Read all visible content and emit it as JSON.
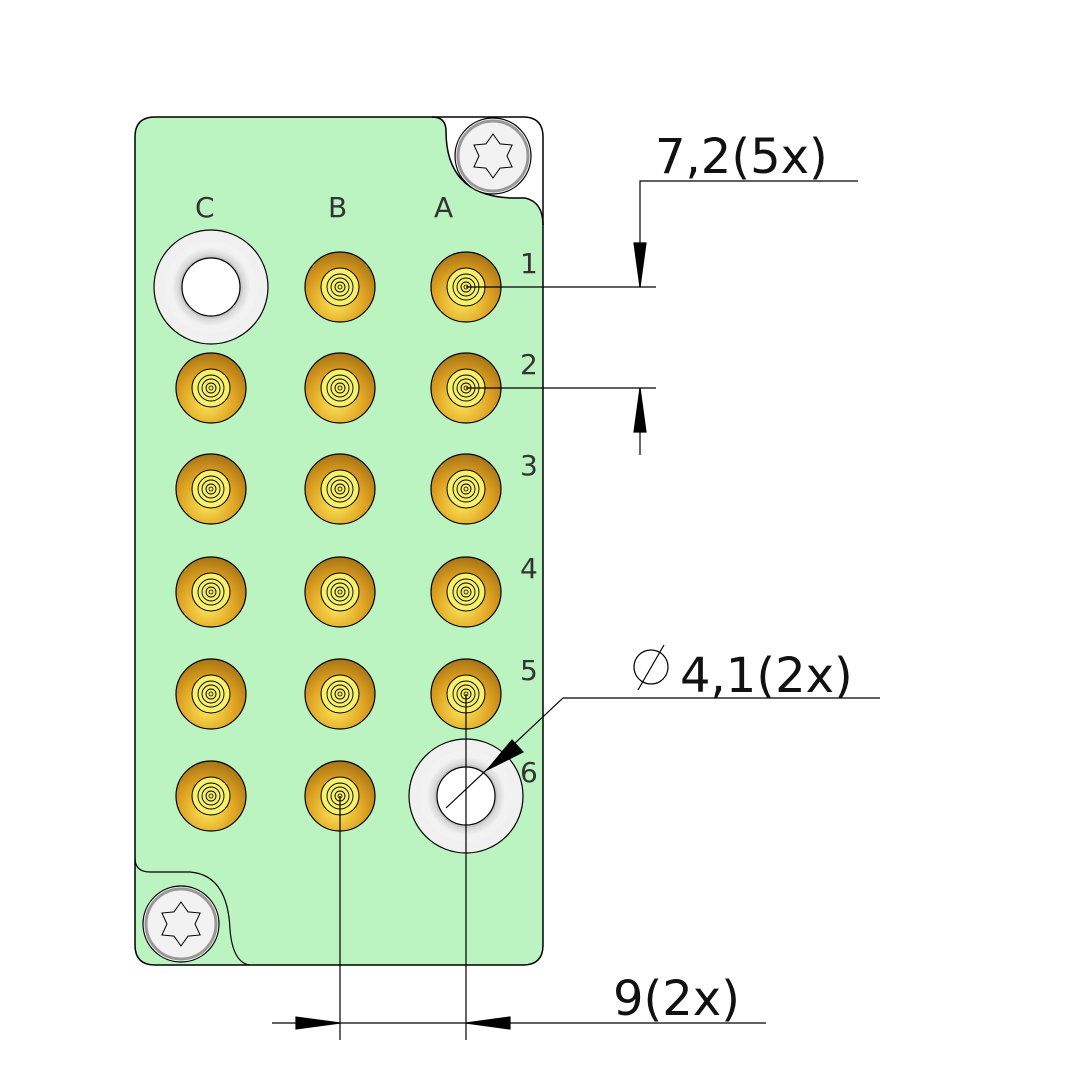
{
  "columns": [
    "C",
    "B",
    "A"
  ],
  "rows": [
    "1",
    "2",
    "3",
    "4",
    "5",
    "6"
  ],
  "holes": [
    {
      "col": "C",
      "row": "1"
    },
    {
      "col": "A",
      "row": "6"
    }
  ],
  "dimensions": {
    "pitch_vertical": "7,2(5x)",
    "hole_diameter": "4,1(2x)",
    "pitch_horizontal": "9(2x)",
    "diameter_symbol": "⌀"
  },
  "colors": {
    "board": "#bbf3c1",
    "pin_outer": "#d99a1c",
    "pin_inner": "#f7f06a",
    "hole_ring": "#f0f0f0"
  }
}
